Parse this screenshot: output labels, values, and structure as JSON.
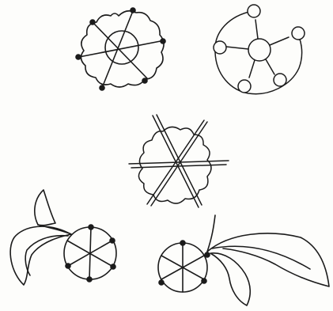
{
  "sketch": {
    "ink_color": "#1b1b1b",
    "paper_color": "#fdfdfb",
    "figures": [
      {
        "kind": "scalloped-flower-with-radial-spokes",
        "icon": "scalloped-flower-icon"
      },
      {
        "kind": "ring-of-five-circles",
        "icon": "circle-ring-icon"
      },
      {
        "kind": "crossed-lines-flower",
        "icon": "crossed-flower-icon"
      },
      {
        "kind": "leaf-sprig-with-spoked-wheel",
        "icon": "leaf-wheel-icon"
      },
      {
        "kind": "wheel-with-leaf-sprig",
        "icon": "wheel-leaf-icon"
      }
    ]
  }
}
